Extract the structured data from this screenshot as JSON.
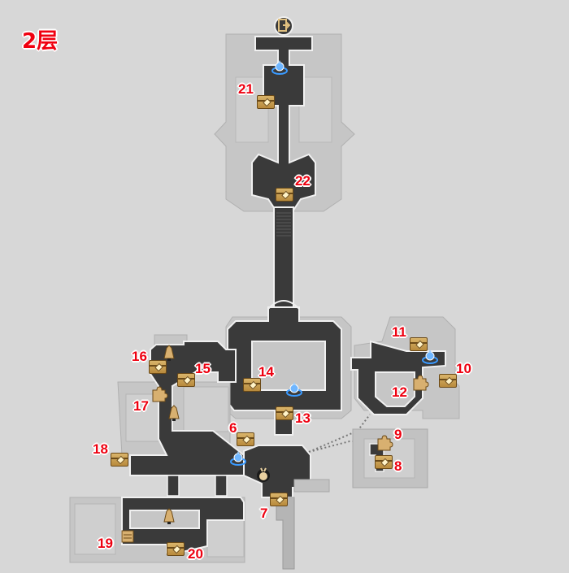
{
  "map": {
    "floor_title": "2层",
    "colors": {
      "background": "#d7d7d7",
      "walkable": "#3a3a3a",
      "wall_light": "#c4c4c4",
      "structure": "#bdbdbd",
      "label_red": "#ee0010",
      "chest_gold": "#c99b4c",
      "warp_blue": "#2f8cff"
    },
    "labels": [
      {
        "id": "6",
        "text": "6"
      },
      {
        "id": "7",
        "text": "7"
      },
      {
        "id": "8",
        "text": "8"
      },
      {
        "id": "9",
        "text": "9"
      },
      {
        "id": "10",
        "text": "10"
      },
      {
        "id": "11",
        "text": "11"
      },
      {
        "id": "12",
        "text": "12"
      },
      {
        "id": "13",
        "text": "13"
      },
      {
        "id": "14",
        "text": "14"
      },
      {
        "id": "15",
        "text": "15"
      },
      {
        "id": "16",
        "text": "16"
      },
      {
        "id": "17",
        "text": "17"
      },
      {
        "id": "18",
        "text": "18"
      },
      {
        "id": "19",
        "text": "19"
      },
      {
        "id": "20",
        "text": "20"
      },
      {
        "id": "21",
        "text": "21"
      },
      {
        "id": "22",
        "text": "22"
      }
    ],
    "markers": {
      "treasure_chests": [
        "6",
        "7",
        "8",
        "10",
        "11",
        "13",
        "14",
        "15",
        "16",
        "18",
        "20",
        "21",
        "22"
      ],
      "puzzle_pieces": [
        "9",
        "12",
        "17"
      ],
      "scroll": [
        "19"
      ],
      "bells": 3,
      "space_anchors": 4,
      "exit": 1,
      "npc": 1
    },
    "icons": {
      "exit": "exit-door-icon",
      "warp": "space-anchor-icon",
      "chest": "treasure-chest-icon",
      "puzzle": "puzzle-piece-icon",
      "bell": "bell-icon",
      "scroll": "scroll-icon",
      "npc": "npc-icon"
    }
  }
}
